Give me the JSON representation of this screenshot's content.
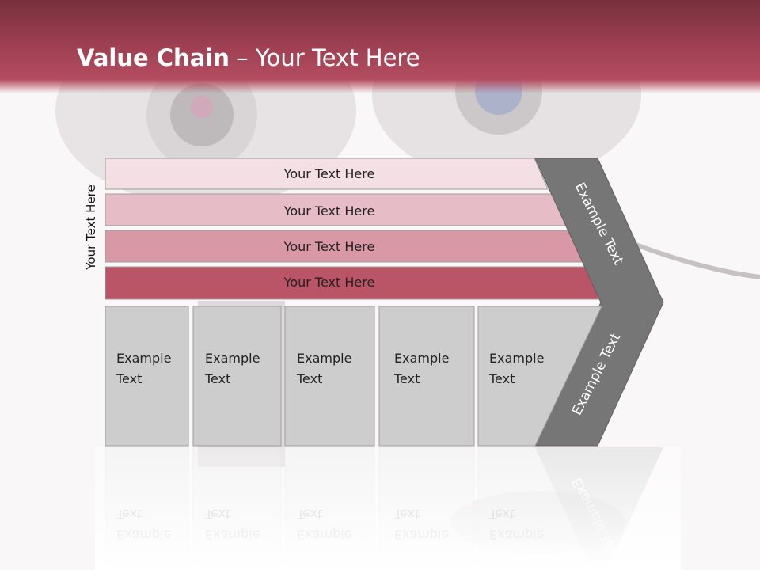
{
  "slide": {
    "title_bold": "Value Chain",
    "title_rest": " – Your Text Here",
    "side_label": "Your Text Here"
  },
  "bars": [
    {
      "label": "Your Text Here",
      "color": "#f3dfe4"
    },
    {
      "label": "Your Text Here",
      "color": "#e6bcc6"
    },
    {
      "label": "Your Text Here",
      "color": "#d898a6"
    },
    {
      "label": "Your Text Here",
      "color": "#b95567"
    }
  ],
  "columns": [
    {
      "line1": "Example",
      "line2": "Text"
    },
    {
      "line1": "Example",
      "line2": "Text"
    },
    {
      "line1": "Example",
      "line2": "Text"
    },
    {
      "line1": "Example",
      "line2": "Text"
    },
    {
      "line1": "Example",
      "line2": "Text"
    }
  ],
  "chevron": {
    "upper_label": "Example Text",
    "lower_label": "Example Text",
    "color": "#767676"
  },
  "colors": {
    "header": "#9c3e51",
    "column_fill": "#cdcdcd"
  }
}
